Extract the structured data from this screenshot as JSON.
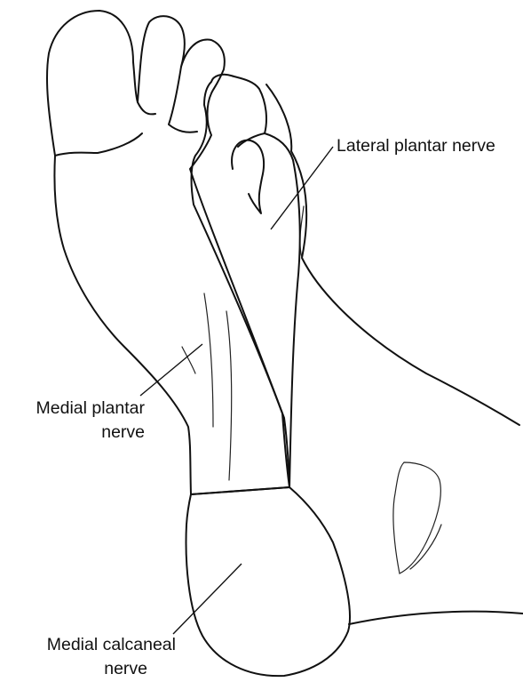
{
  "labels": {
    "lateral_plantar": "Lateral plantar nerve",
    "medial_plantar_line1": "Medial plantar",
    "medial_plantar_line2": "nerve",
    "medial_calcaneal_line1": "Medial calcaneal",
    "medial_calcaneal_line2": "nerve"
  },
  "regions": [
    {
      "name": "Medial plantar nerve",
      "pattern": "diagonal-hatch"
    },
    {
      "name": "Lateral plantar nerve",
      "pattern": "dotted-diagonal"
    },
    {
      "name": "Medial calcaneal nerve",
      "pattern": "dotted-diagonal"
    }
  ]
}
